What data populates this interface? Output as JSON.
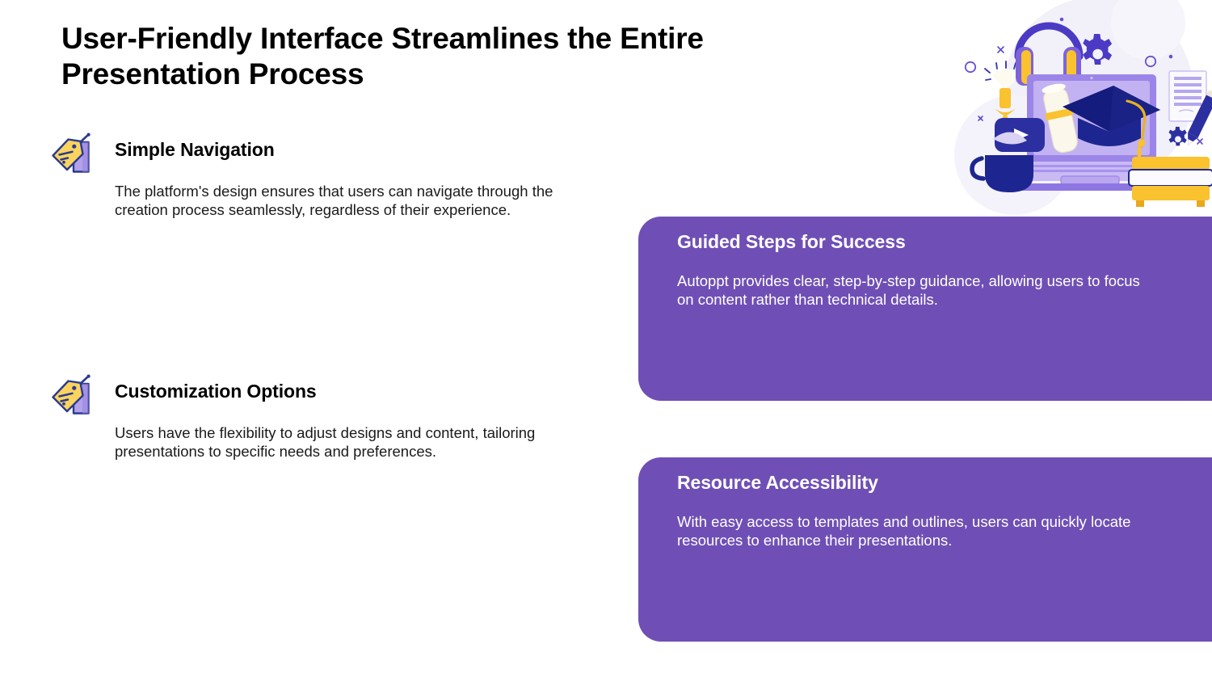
{
  "slide": {
    "title": "User-Friendly Interface Streamlines the Entire Presentation Process",
    "accent_purple": "#6F4FB5",
    "text_color": "#000000",
    "background": "#ffffff"
  },
  "features": [
    {
      "icon": "price-tags-icon",
      "heading": "Simple Navigation",
      "body": "The platform's design ensures that users can navigate through the creation process seamlessly, regardless of their experience."
    },
    {
      "icon": "price-tags-icon",
      "heading": "Customization Options",
      "body": "Users have the flexibility to adjust designs and content, tailoring presentations to specific needs and preferences."
    }
  ],
  "cards": [
    {
      "heading": "Guided Steps for Success",
      "body": "Autoppt provides clear, step-by-step guidance, allowing users to focus on content rather than technical details."
    },
    {
      "heading": "Resource Accessibility",
      "body": "With easy access to templates and outlines, users can quickly locate resources to enhance their presentations."
    }
  ],
  "illustration": {
    "name": "e-learning-illustration",
    "elements": [
      "laptop",
      "graduation-cap",
      "diploma-scroll",
      "headphones",
      "gear-icon",
      "lightbulb-icon",
      "play-button-icon",
      "coffee-mug",
      "books",
      "notepad",
      "pencil",
      "sparkle-icon"
    ],
    "colors": {
      "light_lavender": "#EFEDF8",
      "lavender": "#B9A6EC",
      "purple": "#6C4FD8",
      "navy": "#1E227A",
      "yellow": "#F9C22E",
      "cream": "#FAF6E8"
    }
  }
}
